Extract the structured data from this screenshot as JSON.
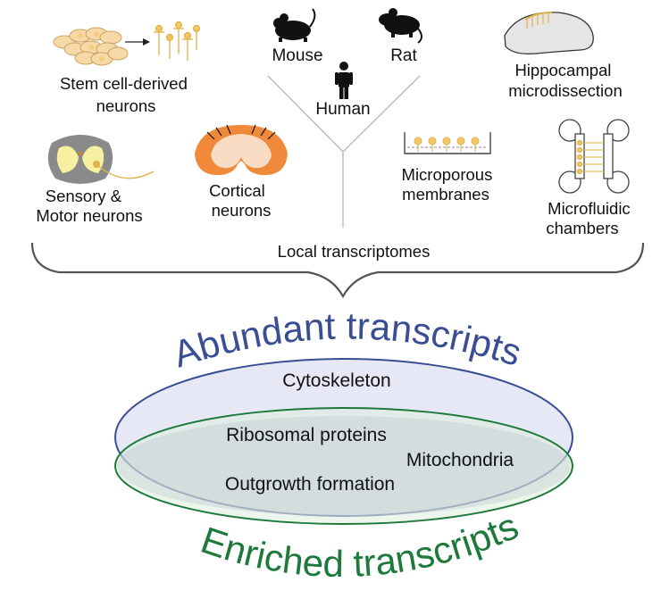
{
  "sources": {
    "stem_cell": [
      "Stem cell-derived",
      "neurons"
    ],
    "mouse": "Mouse",
    "rat": "Rat",
    "human": "Human",
    "hippocampal": [
      "Hippocampal",
      "microdissection"
    ],
    "sensory_motor": [
      "Sensory &",
      "Motor neurons"
    ],
    "cortical": [
      "Cortical",
      "neurons"
    ],
    "microporous": [
      "Microporous",
      "membranes"
    ],
    "microfluidic": [
      "Microfluidic",
      "chambers"
    ]
  },
  "local_label": "Local transcriptomes",
  "abundant": {
    "title": "Abundant transcripts",
    "items": [
      "Cytoskeleton"
    ]
  },
  "overlap_items": [
    "Ribosomal proteins",
    "Mitochondria",
    "Outgrowth formation"
  ],
  "enriched": {
    "title": "Enriched transcripts"
  },
  "colors": {
    "abundant": "#3a4e93",
    "enriched": "#1e7a3c",
    "neuron_yellow": "#f3c766",
    "cortex_orange": "#f08a3a",
    "grey": "#bfbfbf"
  }
}
